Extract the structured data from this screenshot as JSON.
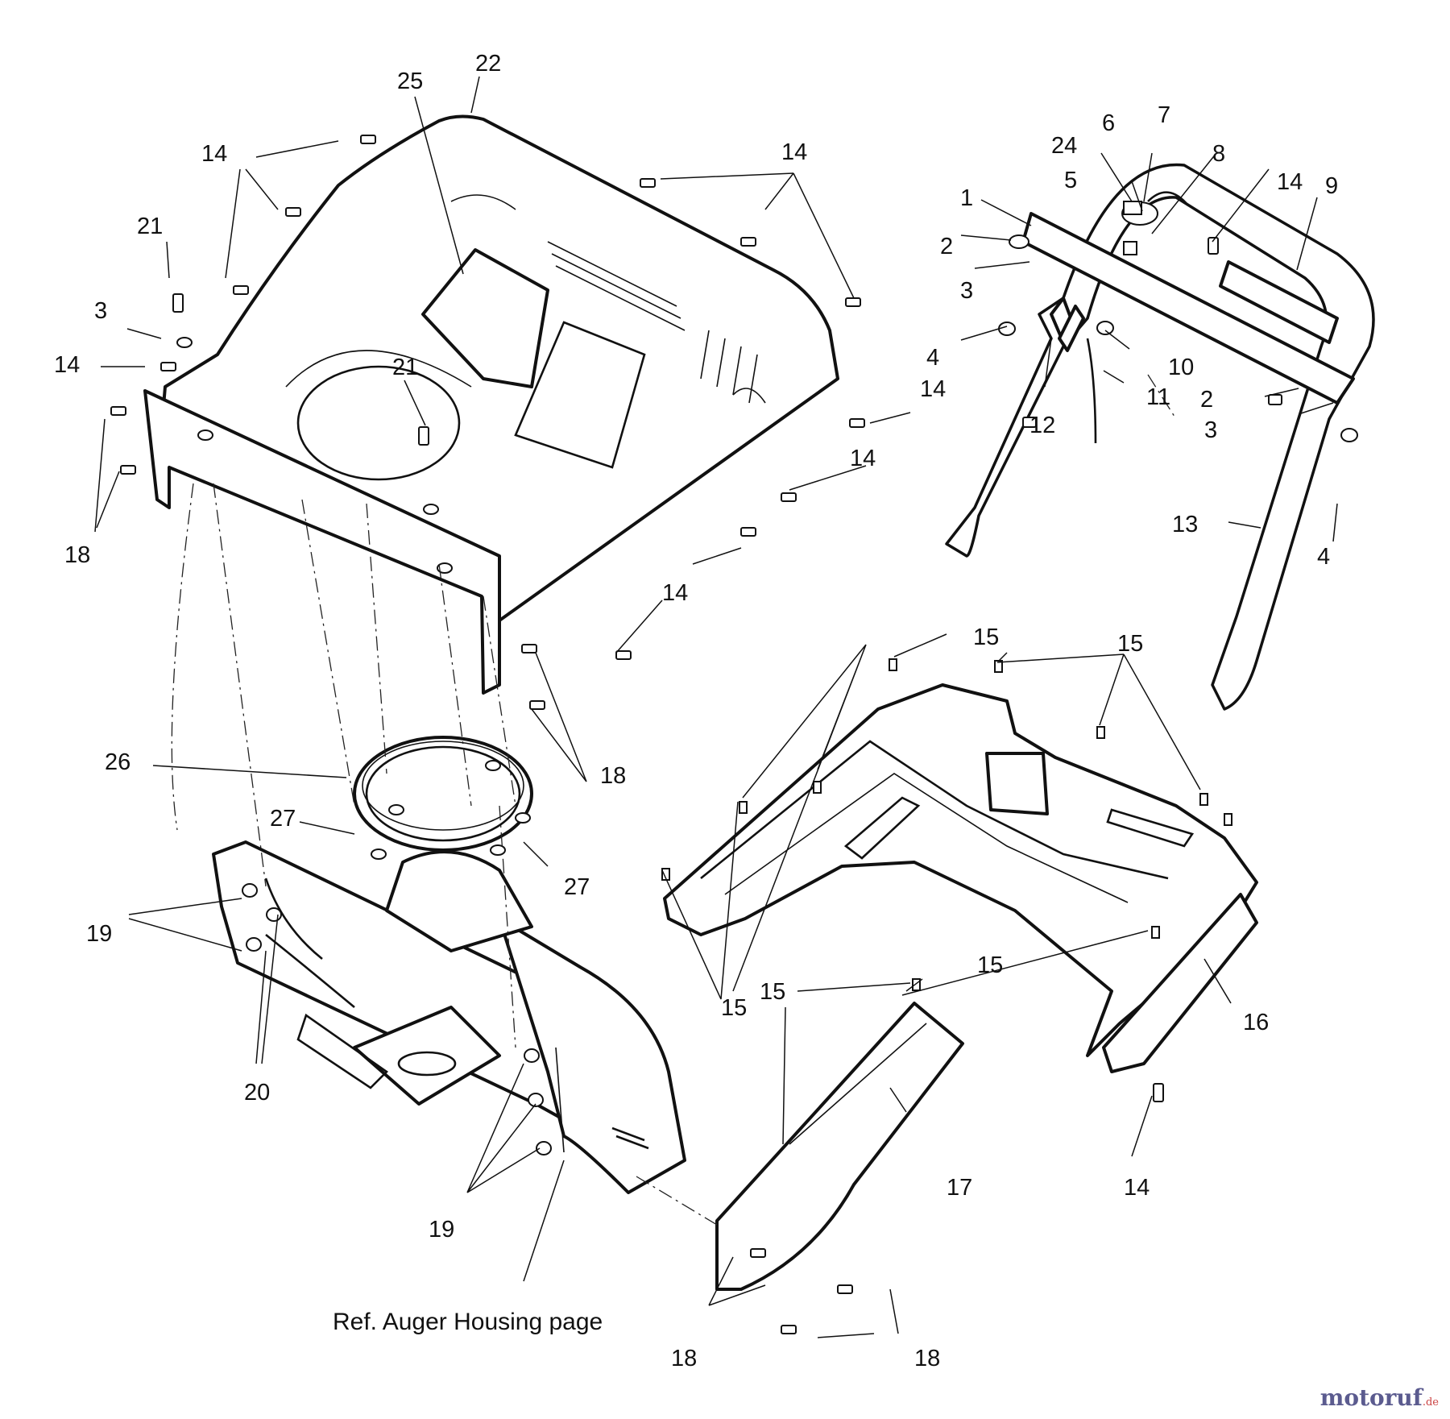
{
  "callouts": {
    "n1": "1",
    "n2": "2",
    "n3": "3",
    "n4": "4",
    "n5": "5",
    "n6": "6",
    "n7": "7",
    "n8": "8",
    "n9": "9",
    "n10": "10",
    "n11": "11",
    "n12": "12",
    "n13": "13",
    "n14": "14",
    "n15": "15",
    "n16": "16",
    "n17": "17",
    "n18": "18",
    "n19": "19",
    "n20": "20",
    "n21": "21",
    "n22": "22",
    "n24": "24",
    "n25": "25",
    "n26": "26",
    "n27": "27"
  },
  "reference_note": "Ref. Auger Housing page",
  "watermark": {
    "brand": "motoruf",
    "tld": ".de"
  }
}
